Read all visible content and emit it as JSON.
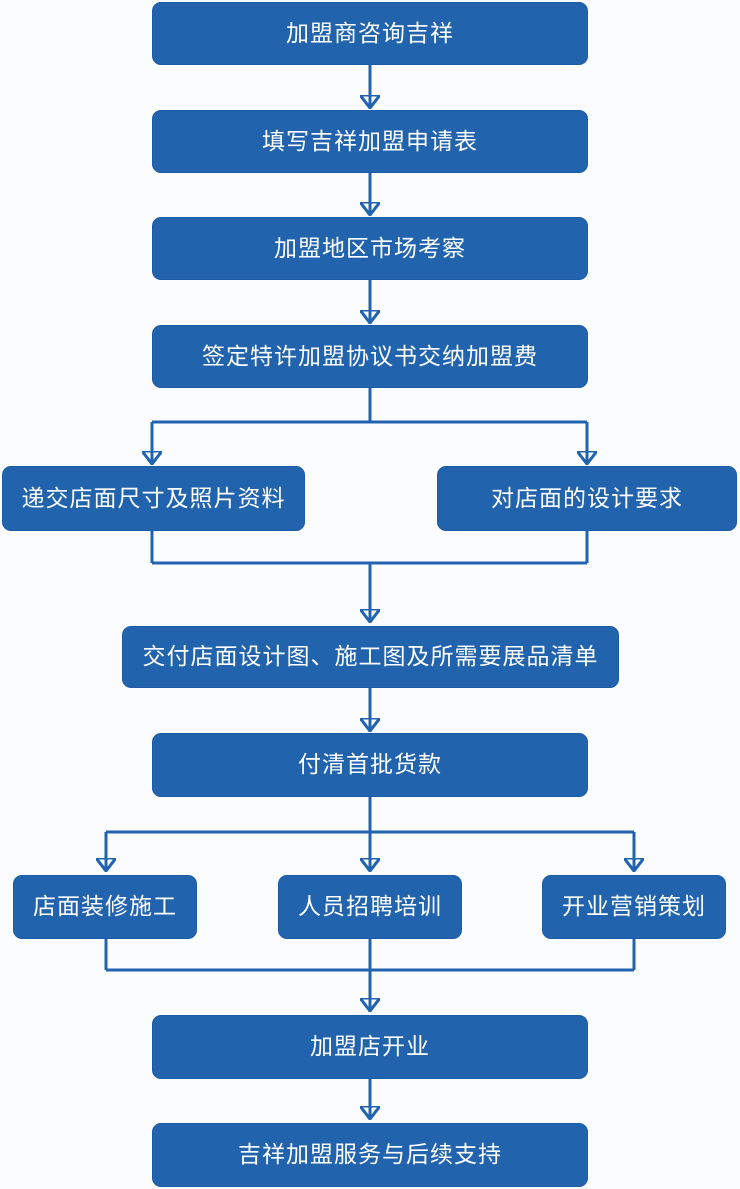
{
  "colors": {
    "node_fill": "#2263ad",
    "node_text": "#ffffff",
    "connector": "#2163ae",
    "background": "#fbfcfe"
  },
  "flowchart": {
    "nodes": [
      {
        "id": "consult",
        "label": "加盟商咨询吉祥"
      },
      {
        "id": "application",
        "label": "填写吉祥加盟申请表"
      },
      {
        "id": "market-survey",
        "label": "加盟地区市场考察"
      },
      {
        "id": "sign-agreement",
        "label": "签定特许加盟协议书交纳加盟费"
      },
      {
        "id": "submit-store-info",
        "label": "递交店面尺寸及照片资料"
      },
      {
        "id": "design-requirements",
        "label": "对店面的设计要求"
      },
      {
        "id": "deliver-design",
        "label": "交付店面设计图、施工图及所需要展品清单"
      },
      {
        "id": "first-payment",
        "label": "付清首批货款"
      },
      {
        "id": "store-renovation",
        "label": "店面装修施工"
      },
      {
        "id": "staff-training",
        "label": "人员招聘培训"
      },
      {
        "id": "marketing-plan",
        "label": "开业营销策划"
      },
      {
        "id": "store-opening",
        "label": "加盟店开业"
      },
      {
        "id": "ongoing-support",
        "label": "吉祥加盟服务与后续支持"
      }
    ],
    "edges": [
      {
        "from": "consult",
        "to": "application"
      },
      {
        "from": "application",
        "to": "market-survey"
      },
      {
        "from": "market-survey",
        "to": "sign-agreement"
      },
      {
        "from": "sign-agreement",
        "to": "submit-store-info"
      },
      {
        "from": "sign-agreement",
        "to": "design-requirements"
      },
      {
        "from": "submit-store-info",
        "to": "deliver-design"
      },
      {
        "from": "design-requirements",
        "to": "deliver-design"
      },
      {
        "from": "deliver-design",
        "to": "first-payment"
      },
      {
        "from": "first-payment",
        "to": "store-renovation"
      },
      {
        "from": "first-payment",
        "to": "staff-training"
      },
      {
        "from": "first-payment",
        "to": "marketing-plan"
      },
      {
        "from": "store-renovation",
        "to": "store-opening"
      },
      {
        "from": "staff-training",
        "to": "store-opening"
      },
      {
        "from": "marketing-plan",
        "to": "store-opening"
      },
      {
        "from": "store-opening",
        "to": "ongoing-support"
      }
    ]
  }
}
